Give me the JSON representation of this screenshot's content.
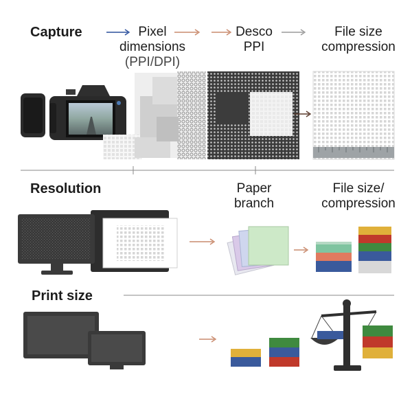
{
  "row1": {
    "stages": [
      {
        "line1": "Capture",
        "line2": "",
        "line3": ""
      },
      {
        "line1": "Pixel",
        "line2": "dimensions",
        "line3": "(PPI/DPI)"
      },
      {
        "line1": "Desco",
        "line2": "PPI",
        "line3": ""
      },
      {
        "line1": "File size",
        "line2": "compression",
        "line3": ""
      }
    ]
  },
  "row2": {
    "title": "Resolution",
    "paper": {
      "line1": "Paper",
      "line2": "branch"
    },
    "filesize": {
      "line1": "File size/",
      "line2": "compression"
    }
  },
  "row3": {
    "title": "Print size"
  },
  "colors": {
    "arrow_blue": "#2a4f9c",
    "arrow_orange": "#c98a6d",
    "arrow_gray": "#9a9a9a",
    "block_red": "#c0392b",
    "block_green": "#3f8a3f",
    "block_blue": "#3a5a9c",
    "block_yellow": "#e0b03a",
    "monitor": "#3a3a3a"
  },
  "icons": [
    "phone-icon",
    "camera-icon",
    "pixel-grid-icon",
    "dotted-grid-icon",
    "compressed-page-icon",
    "monitor-icon",
    "paper-stack-icon",
    "block-stack-icon",
    "balance-scale-icon"
  ]
}
